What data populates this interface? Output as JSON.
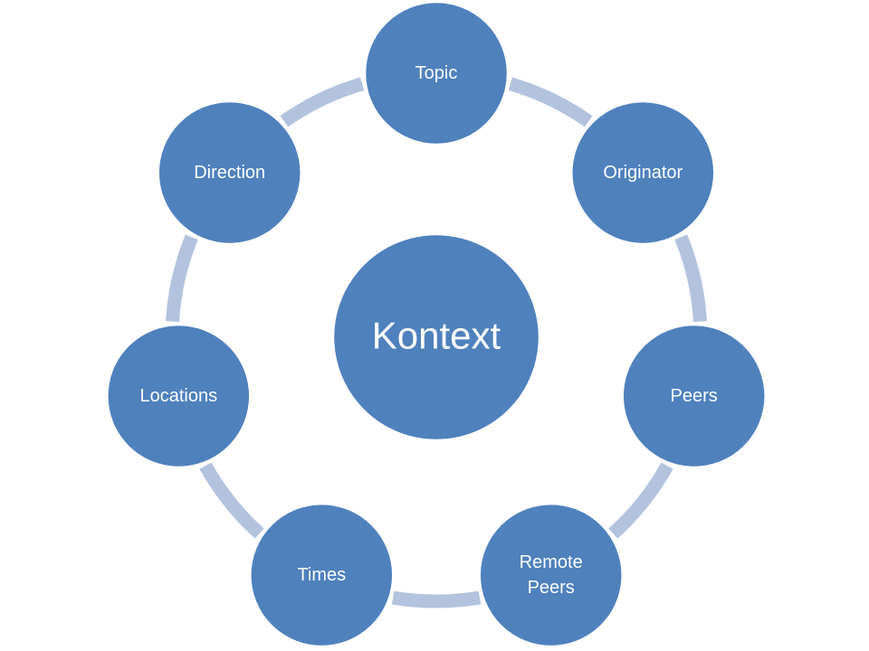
{
  "diagram": {
    "center": {
      "label": "Kontext"
    },
    "nodes": [
      {
        "id": "topic",
        "label": "Topic"
      },
      {
        "id": "originator",
        "label": "Originator"
      },
      {
        "id": "peers",
        "label": "Peers"
      },
      {
        "id": "remote-peers",
        "label": "Remote\nPeers"
      },
      {
        "id": "times",
        "label": "Times"
      },
      {
        "id": "locations",
        "label": "Locations"
      },
      {
        "id": "direction",
        "label": "Direction"
      }
    ]
  },
  "colors": {
    "node_fill": "#4f81bd",
    "ring": "#b3c3de",
    "text": "#ffffff",
    "background": "#ffffff"
  }
}
